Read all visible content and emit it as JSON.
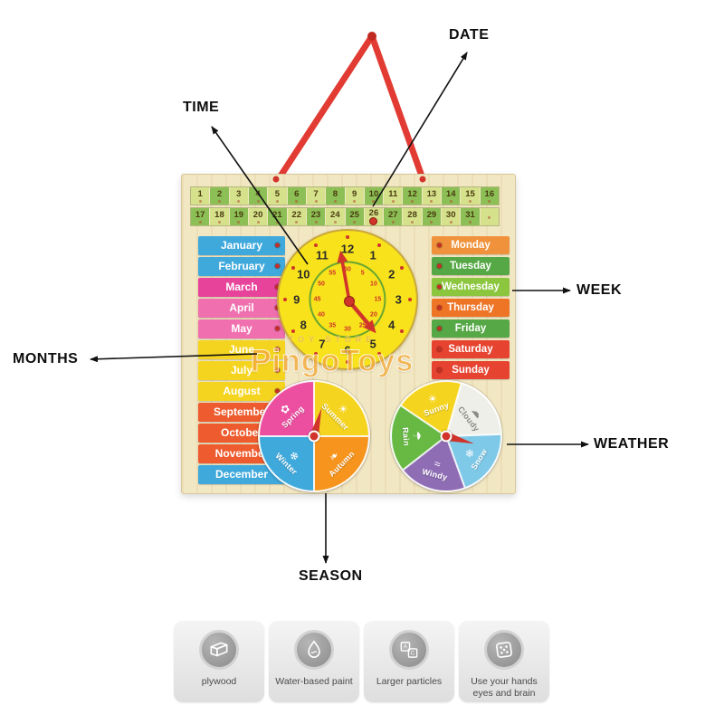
{
  "watermark": {
    "brand": "PingoToys",
    "tagline": "TOY STORE"
  },
  "callouts": {
    "date": "DATE",
    "time": "TIME",
    "week": "WEEK",
    "months": "MONTHS",
    "weather": "WEATHER",
    "season": "SEASON"
  },
  "board": {
    "marked_date": "26",
    "date_row1": [
      "1",
      "2",
      "3",
      "4",
      "5",
      "6",
      "7",
      "8",
      "9",
      "10",
      "11",
      "12",
      "13",
      "14",
      "15",
      "16"
    ],
    "date_row2": [
      "17",
      "18",
      "19",
      "20",
      "21",
      "22",
      "23",
      "24",
      "25",
      "26",
      "27",
      "28",
      "29",
      "30",
      "31",
      ""
    ],
    "months": [
      {
        "label": "January",
        "color": "#3fa9dc"
      },
      {
        "label": "February",
        "color": "#3fa9dc"
      },
      {
        "label": "March",
        "color": "#e8439b"
      },
      {
        "label": "April",
        "color": "#f06fae"
      },
      {
        "label": "May",
        "color": "#f06fae"
      },
      {
        "label": "June",
        "color": "#f5d420"
      },
      {
        "label": "July",
        "color": "#f5d420"
      },
      {
        "label": "August",
        "color": "#f5d420"
      },
      {
        "label": "September",
        "color": "#ee5b2e"
      },
      {
        "label": "October",
        "color": "#ee5b2e"
      },
      {
        "label": "November",
        "color": "#ee5b2e"
      },
      {
        "label": "December",
        "color": "#3fa9dc"
      }
    ],
    "weekdays": [
      {
        "label": "Monday",
        "color": "#f0923b"
      },
      {
        "label": "Tuesday",
        "color": "#55a845"
      },
      {
        "label": "Wednesday",
        "color": "#8bc63e"
      },
      {
        "label": "Thursday",
        "color": "#ee7426"
      },
      {
        "label": "Friday",
        "color": "#55a845"
      },
      {
        "label": "Saturday",
        "color": "#e64330"
      },
      {
        "label": "Sunday",
        "color": "#e64330"
      }
    ],
    "clock": {
      "hours": [
        "1",
        "2",
        "3",
        "4",
        "5",
        "6",
        "7",
        "8",
        "9",
        "10",
        "11",
        "12"
      ],
      "minutes": [
        "5",
        "10",
        "15",
        "20",
        "25",
        "30",
        "35",
        "40",
        "45",
        "50",
        "55",
        "60"
      ]
    },
    "season_wheel": {
      "segments": [
        {
          "label": "Spring",
          "icon": "✿",
          "color": "#ec4fa0"
        },
        {
          "label": "Summer",
          "icon": "☀",
          "color": "#f5d420"
        },
        {
          "label": "Autumn",
          "icon": "❧",
          "color": "#f7941d"
        },
        {
          "label": "Winter",
          "icon": "❄",
          "color": "#3fa9dc"
        }
      ]
    },
    "weather_wheel": {
      "segments": [
        {
          "label": "Sunny",
          "icon": "☀",
          "color": "#f5d420"
        },
        {
          "label": "Cloudy",
          "icon": "☁",
          "color": "#efefe9"
        },
        {
          "label": "Snow",
          "icon": "❄",
          "color": "#7ec8e8"
        },
        {
          "label": "Windy",
          "icon": "≈",
          "color": "#8e6db5"
        },
        {
          "label": "Rain",
          "icon": "☂",
          "color": "#67b944"
        }
      ]
    }
  },
  "features": [
    {
      "icon": "plywood-icon",
      "label": "plywood"
    },
    {
      "icon": "water-drop-icon",
      "label": "Water-based paint"
    },
    {
      "icon": "blocks-icon",
      "label": "Larger particles"
    },
    {
      "icon": "dice-icon",
      "label": "Use your hands eyes and brain"
    }
  ]
}
